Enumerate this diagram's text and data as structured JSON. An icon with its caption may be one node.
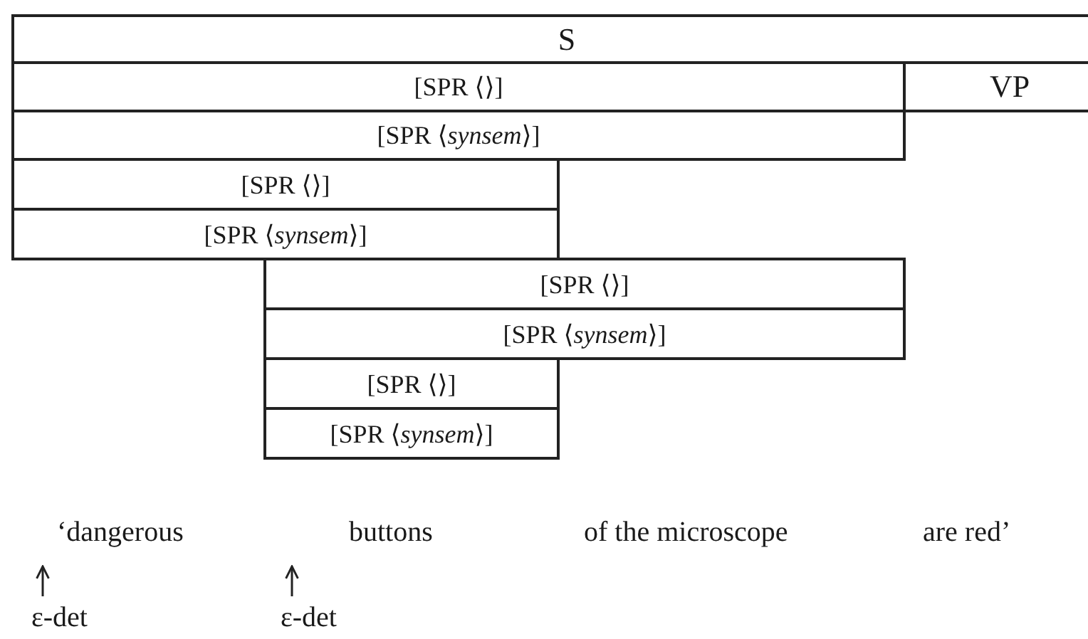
{
  "diagram": {
    "nodes": [
      {
        "text": [
          "S"
        ]
      },
      {
        "text": [
          "[SPR ⟨⟩]"
        ]
      },
      {
        "text": [
          "VP"
        ]
      },
      {
        "text": [
          "[SPR ⟨*synsem*⟩]"
        ]
      },
      {
        "text": [
          "[SPR ⟨⟩]"
        ]
      },
      {
        "text": [
          "[SPR ⟨*synsem*⟩]"
        ]
      },
      {
        "text": [
          "[SPR ⟨⟩]"
        ]
      },
      {
        "text": [
          "[SPR ⟨*synsem*⟩]"
        ]
      },
      {
        "text": [
          "[SPR ⟨⟩]"
        ]
      },
      {
        "text": [
          "[SPR ⟨*synsem*⟩]"
        ]
      },
      {
        "text": [
          "ε-det"
        ]
      },
      {
        "text": [
          "ε-det"
        ]
      }
    ],
    "edges": [
      {
        "from": 10,
        "to": null,
        "arrow": "to"
      },
      {
        "from": 11,
        "to": null,
        "arrow": "to"
      }
    ],
    "labels": [
      "‘dangerous",
      "buttons",
      "of the microscope",
      "are red’"
    ]
  }
}
